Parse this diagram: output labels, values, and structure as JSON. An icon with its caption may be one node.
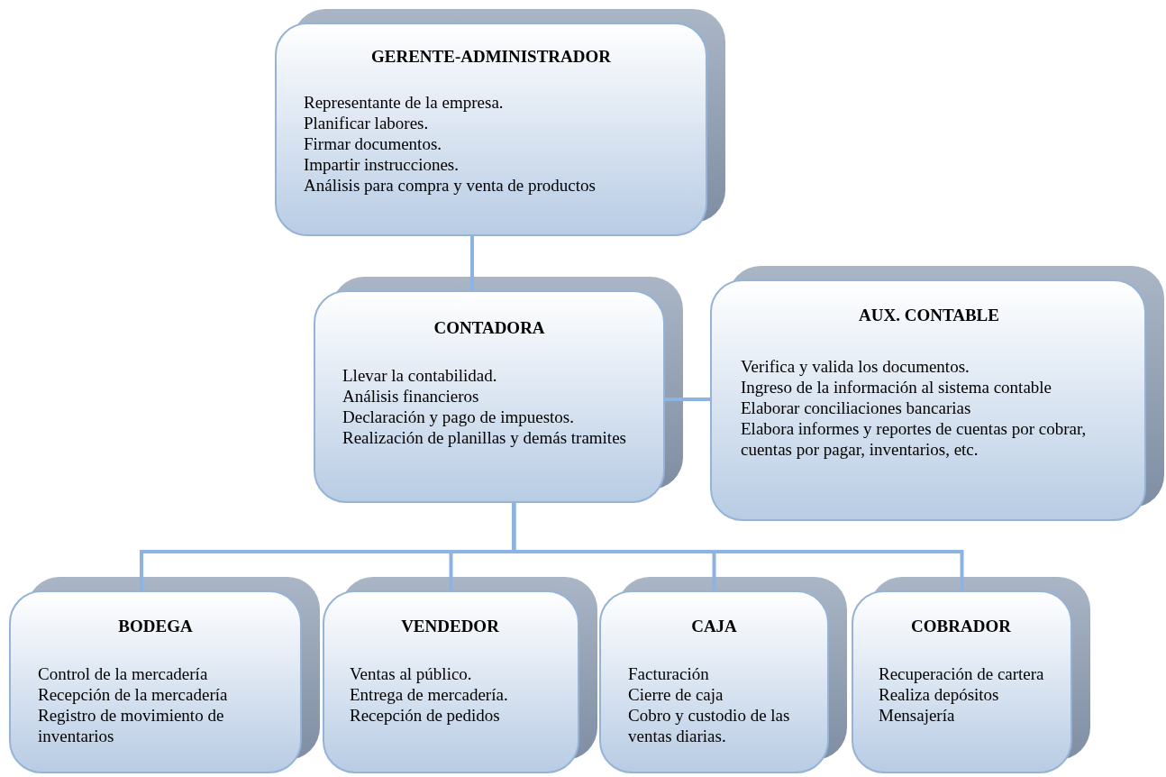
{
  "diagram": {
    "nodes": [
      {
        "text": [
          "GERENTE-ADMINISTRADOR",
          "Representante de la empresa.",
          "Planificar labores.",
          "Firmar documentos.",
          "Impartir instrucciones.",
          "Análisis para compra y venta de productos"
        ]
      },
      {
        "text": [
          "CONTADORA",
          "Llevar la contabilidad.",
          "Análisis financieros",
          "Declaración y pago de impuestos.",
          "Realización de planillas y demás tramites"
        ]
      },
      {
        "text": [
          "AUX. CONTABLE",
          "Verifica y valida los documentos.",
          "Ingreso de la información al sistema contable",
          "Elaborar conciliaciones bancarias",
          "Elabora informes y reportes de cuentas por cobrar, cuentas por pagar, inventarios, etc."
        ]
      },
      {
        "text": [
          "BODEGA",
          "Control de la mercadería",
          "Recepción de la mercadería",
          "Registro de movimiento de inventarios"
        ]
      },
      {
        "text": [
          "VENDEDOR",
          "Ventas al público.",
          "Entrega de mercadería.",
          "Recepción de pedidos"
        ]
      },
      {
        "text": [
          "CAJA",
          "Facturación",
          "Cierre de caja",
          "Cobro y custodio de las ventas diarias."
        ]
      },
      {
        "text": [
          "COBRADOR",
          "Recuperación de cartera",
          "Realiza depósitos",
          "Mensajería"
        ]
      }
    ],
    "edges": [
      {
        "from": 0,
        "to": 1,
        "arrow": "none"
      },
      {
        "from": 1,
        "to": 2,
        "arrow": "none"
      },
      {
        "from": 1,
        "to": 3,
        "arrow": "none"
      },
      {
        "from": 1,
        "to": 4,
        "arrow": "none"
      },
      {
        "from": 1,
        "to": 5,
        "arrow": "none"
      },
      {
        "from": 1,
        "to": 6,
        "arrow": "none"
      }
    ]
  }
}
